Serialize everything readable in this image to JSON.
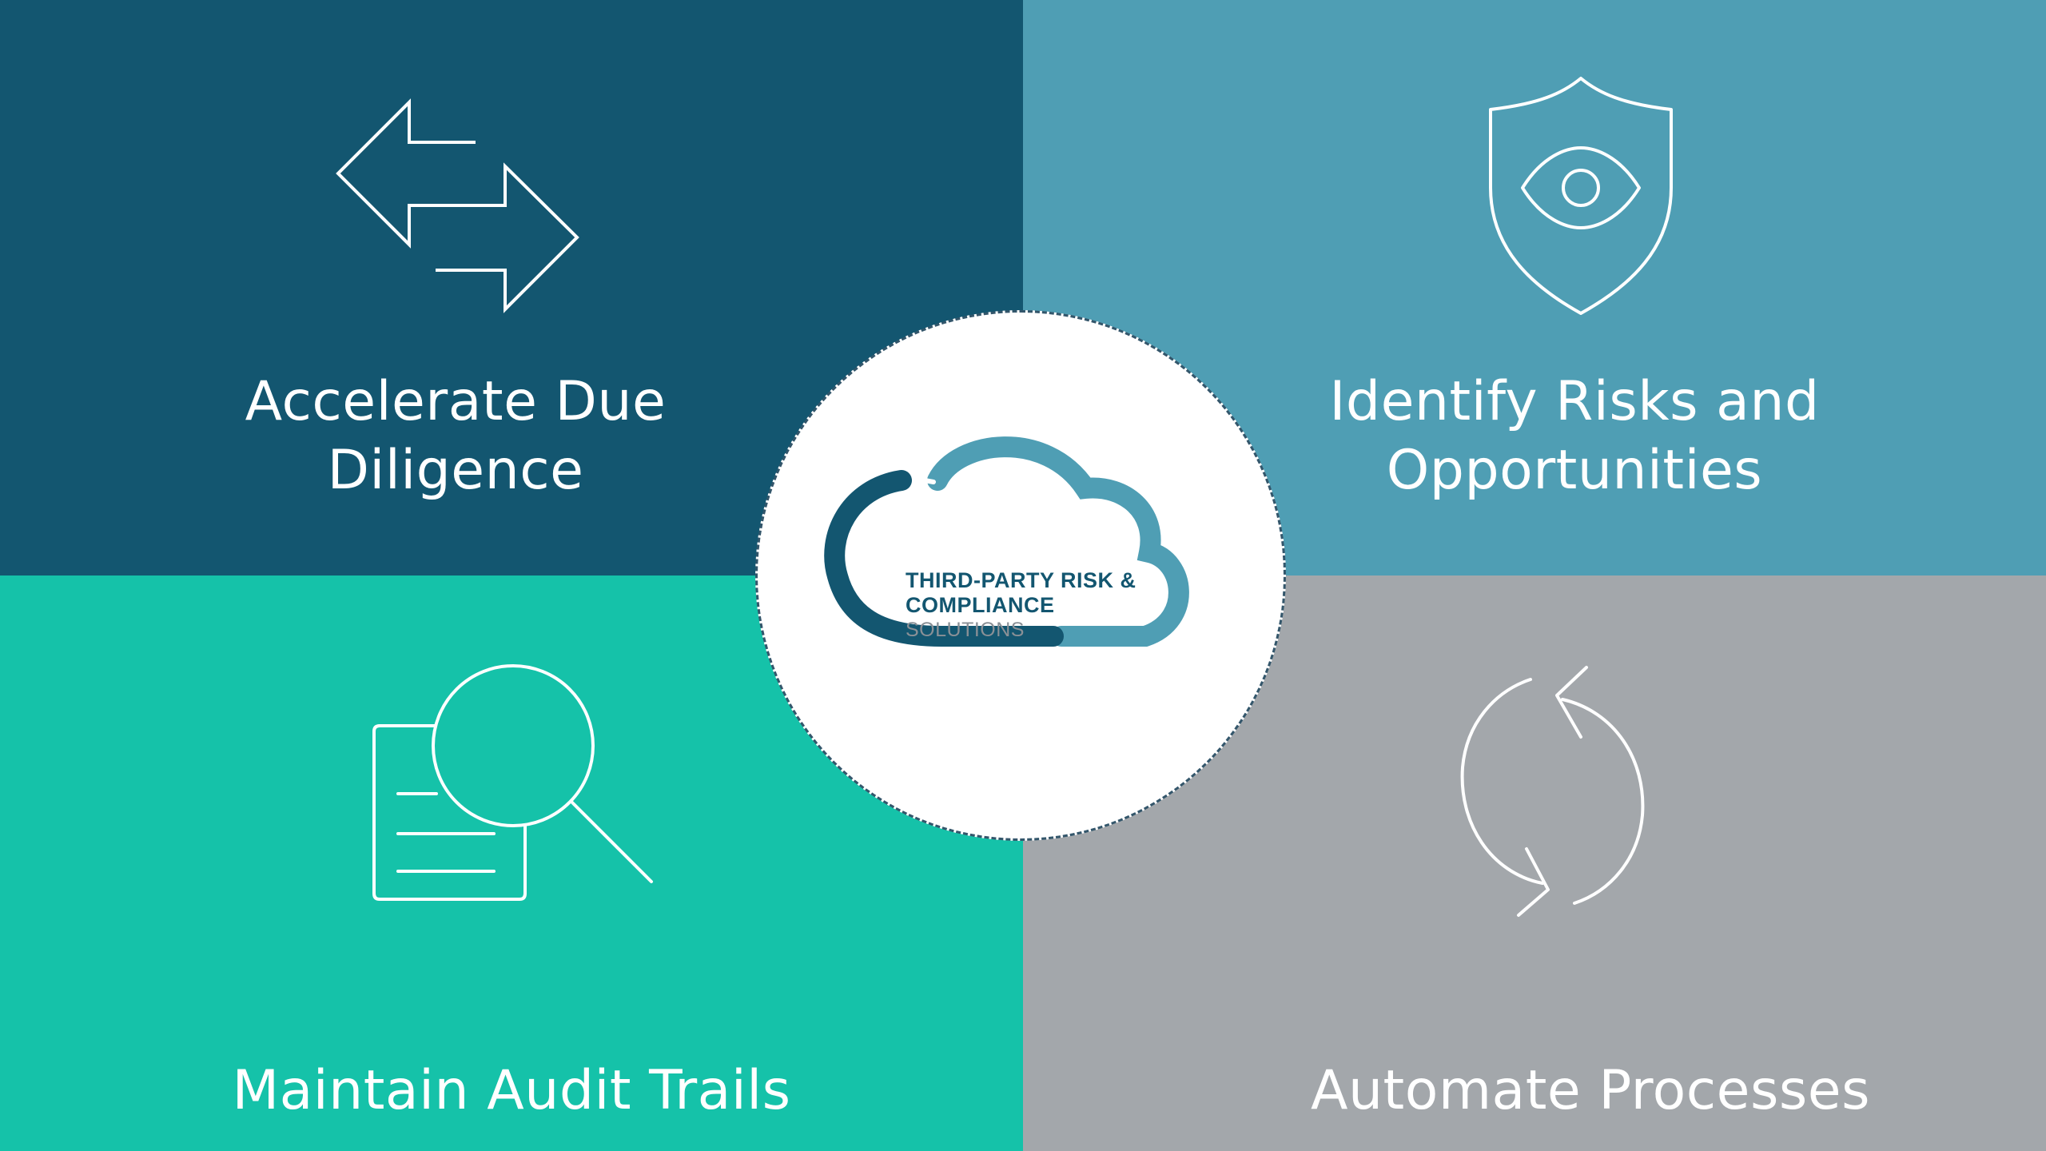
{
  "colors": {
    "top_left": "#135670",
    "top_right": "#4f9eb4",
    "bottom_left": "#15c2a9",
    "bottom_right": "#a3a7ab",
    "logo_dark": "#135670",
    "logo_light": "#4f9eb4",
    "logo_gray": "#8a9096"
  },
  "quadrants": {
    "top_left": {
      "icon": "arrows-exchange-icon",
      "line1": "Accelerate Due",
      "line2": "Diligence"
    },
    "top_right": {
      "icon": "shield-eye-icon",
      "line1": "Identify Risks and",
      "line2": "Opportunities"
    },
    "bottom_left": {
      "icon": "document-magnifier-icon",
      "line1": "Maintain Audit Trails"
    },
    "bottom_right": {
      "icon": "refresh-cycle-icon",
      "line1": "Automate Processes"
    }
  },
  "logo": {
    "icon": "cloud-logo-icon",
    "line1": "THIRD-PARTY RISK &",
    "line2": "COMPLIANCE",
    "line3": "SOLUTIONS"
  }
}
